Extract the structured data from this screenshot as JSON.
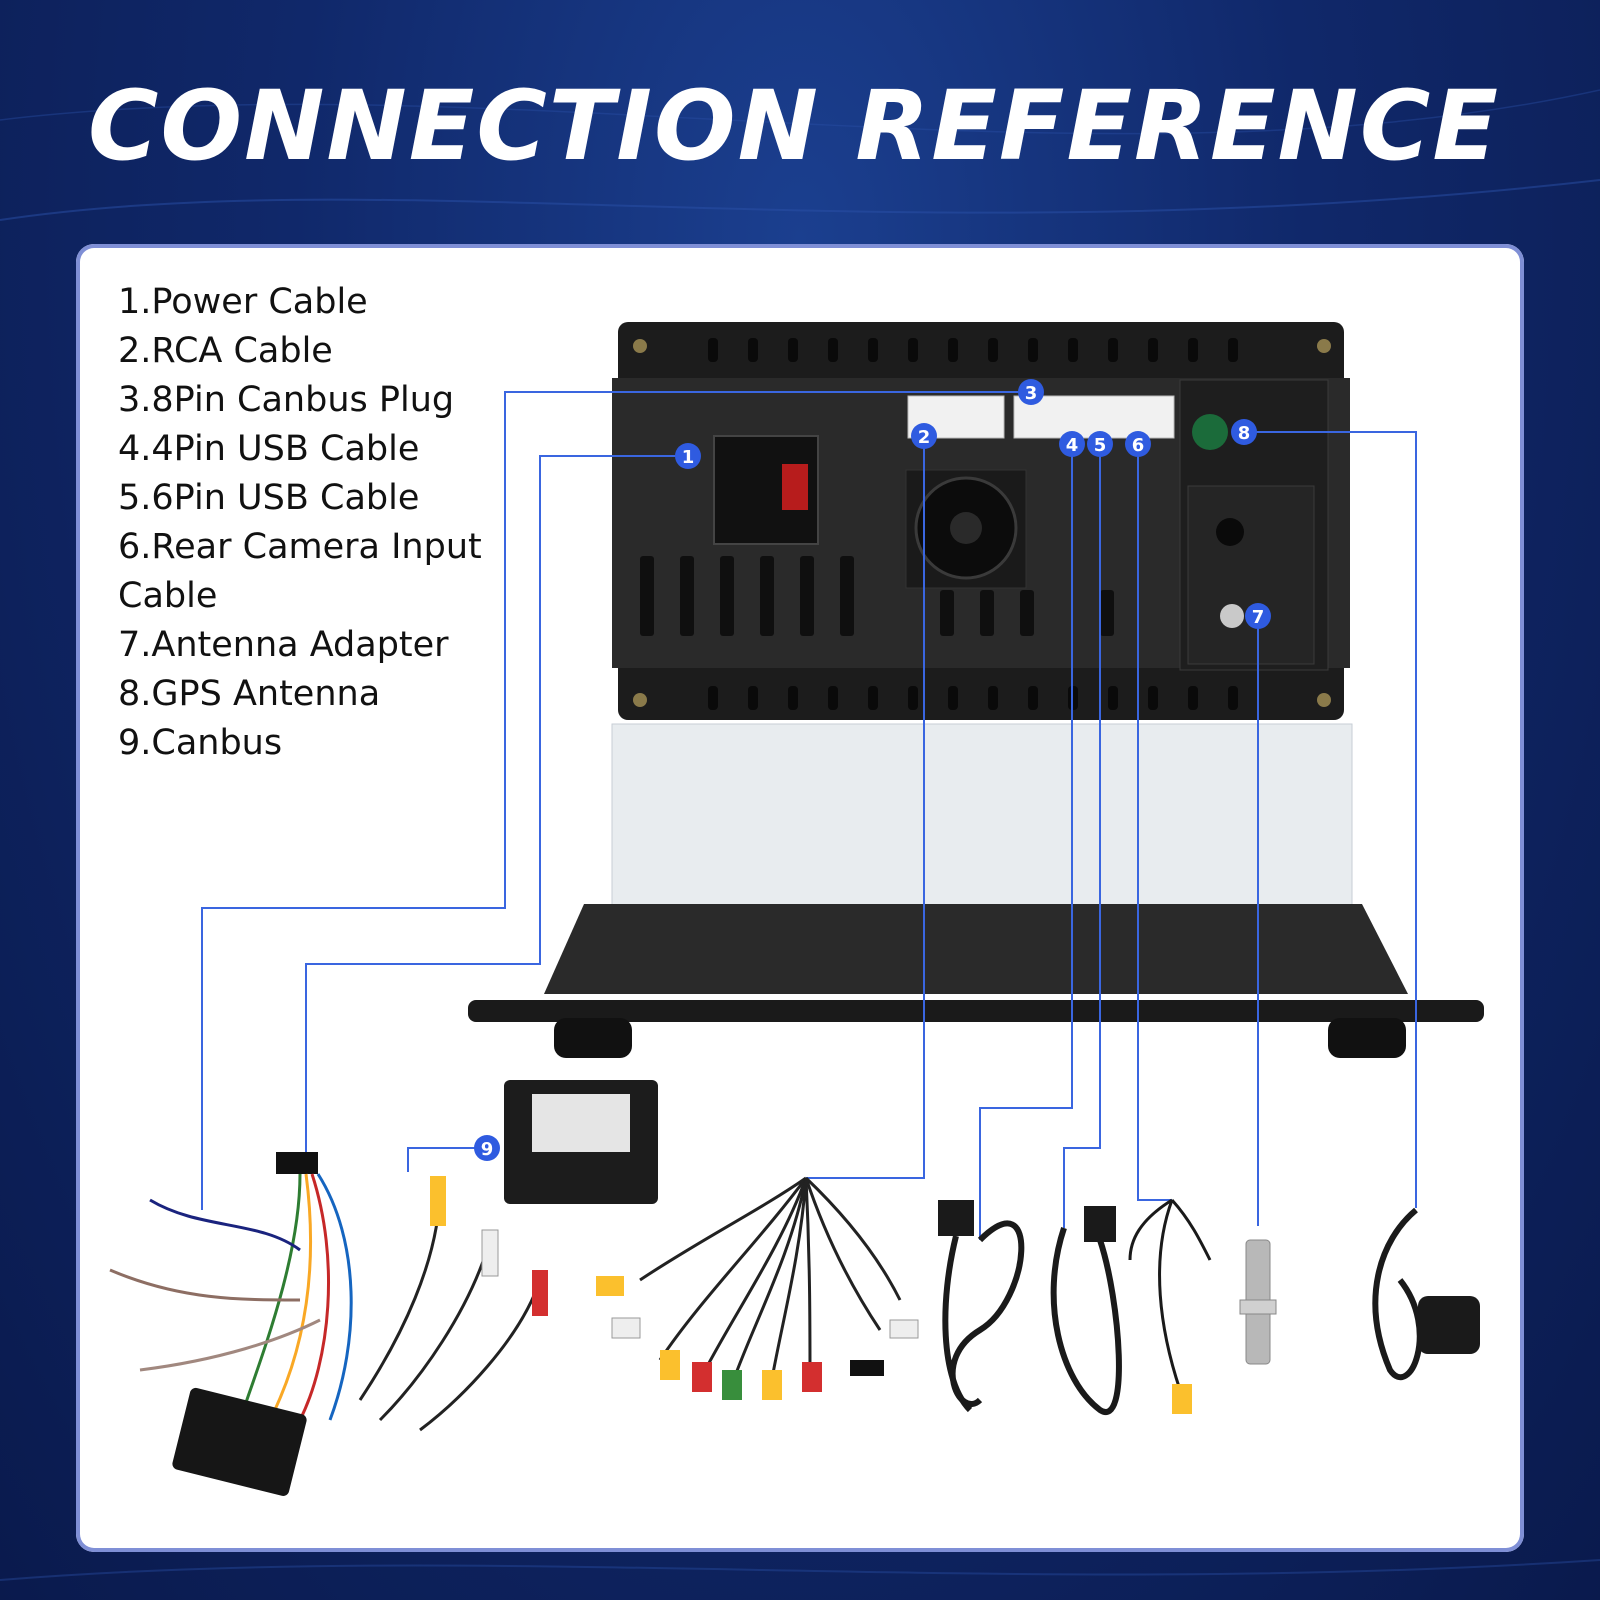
{
  "title": "CONNECTION REFERENCE",
  "legend": [
    "1.Power Cable",
    "2.RCA Cable",
    "3.8Pin Canbus Plug",
    "4.4Pin USB Cable",
    "5.6Pin USB Cable",
    "6.Rear Camera Input Cable",
    "7.Antenna Adapter",
    "8.GPS Antenna",
    "9.Canbus"
  ],
  "callouts": [
    "1",
    "2",
    "3",
    "4",
    "5",
    "6",
    "7",
    "8",
    "9"
  ],
  "colors": {
    "background": "#10286a",
    "callout": "#2f5be0",
    "leader_line": "#3a66e0",
    "panel_border": "#7f8fd6",
    "unit_body": "#222222",
    "chassis": "#e8ecef"
  }
}
